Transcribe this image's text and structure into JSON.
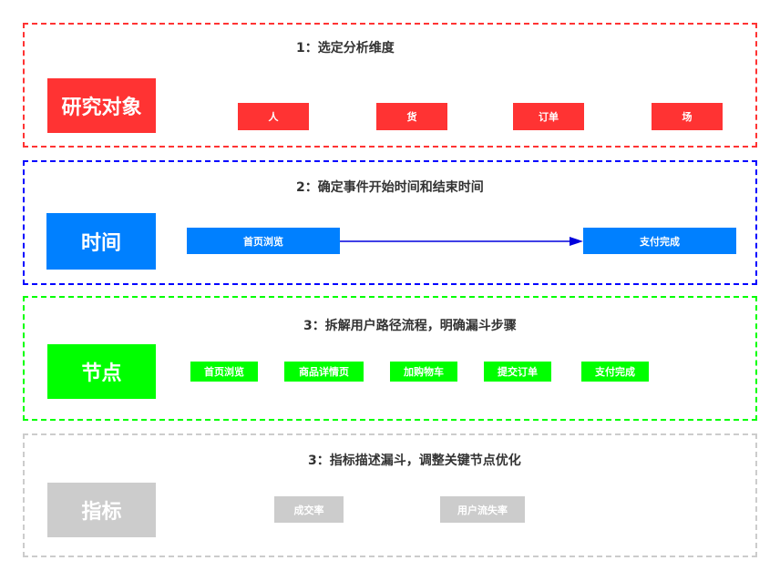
{
  "colors": {
    "red": "#ff3333",
    "blue": "#0080ff",
    "green": "#00ff00",
    "gray": "#cccccc"
  },
  "sec1": {
    "title": "1：选定分析维度",
    "label": "研究对象",
    "items": [
      "人",
      "货",
      "订单",
      "场"
    ]
  },
  "sec2": {
    "title": "2：确定事件开始时间和结束时间",
    "label": "时间",
    "start": "首页浏览",
    "end": "支付完成"
  },
  "sec3": {
    "title": "3：拆解用户路径流程，明确漏斗步骤",
    "label": "节点",
    "items": [
      "首页浏览",
      "商品详情页",
      "加购物车",
      "提交订单",
      "支付完成"
    ]
  },
  "sec4": {
    "title": "3：指标描述漏斗，调整关键节点优化",
    "label": "指标",
    "items": [
      "成交率",
      "用户流失率"
    ]
  }
}
